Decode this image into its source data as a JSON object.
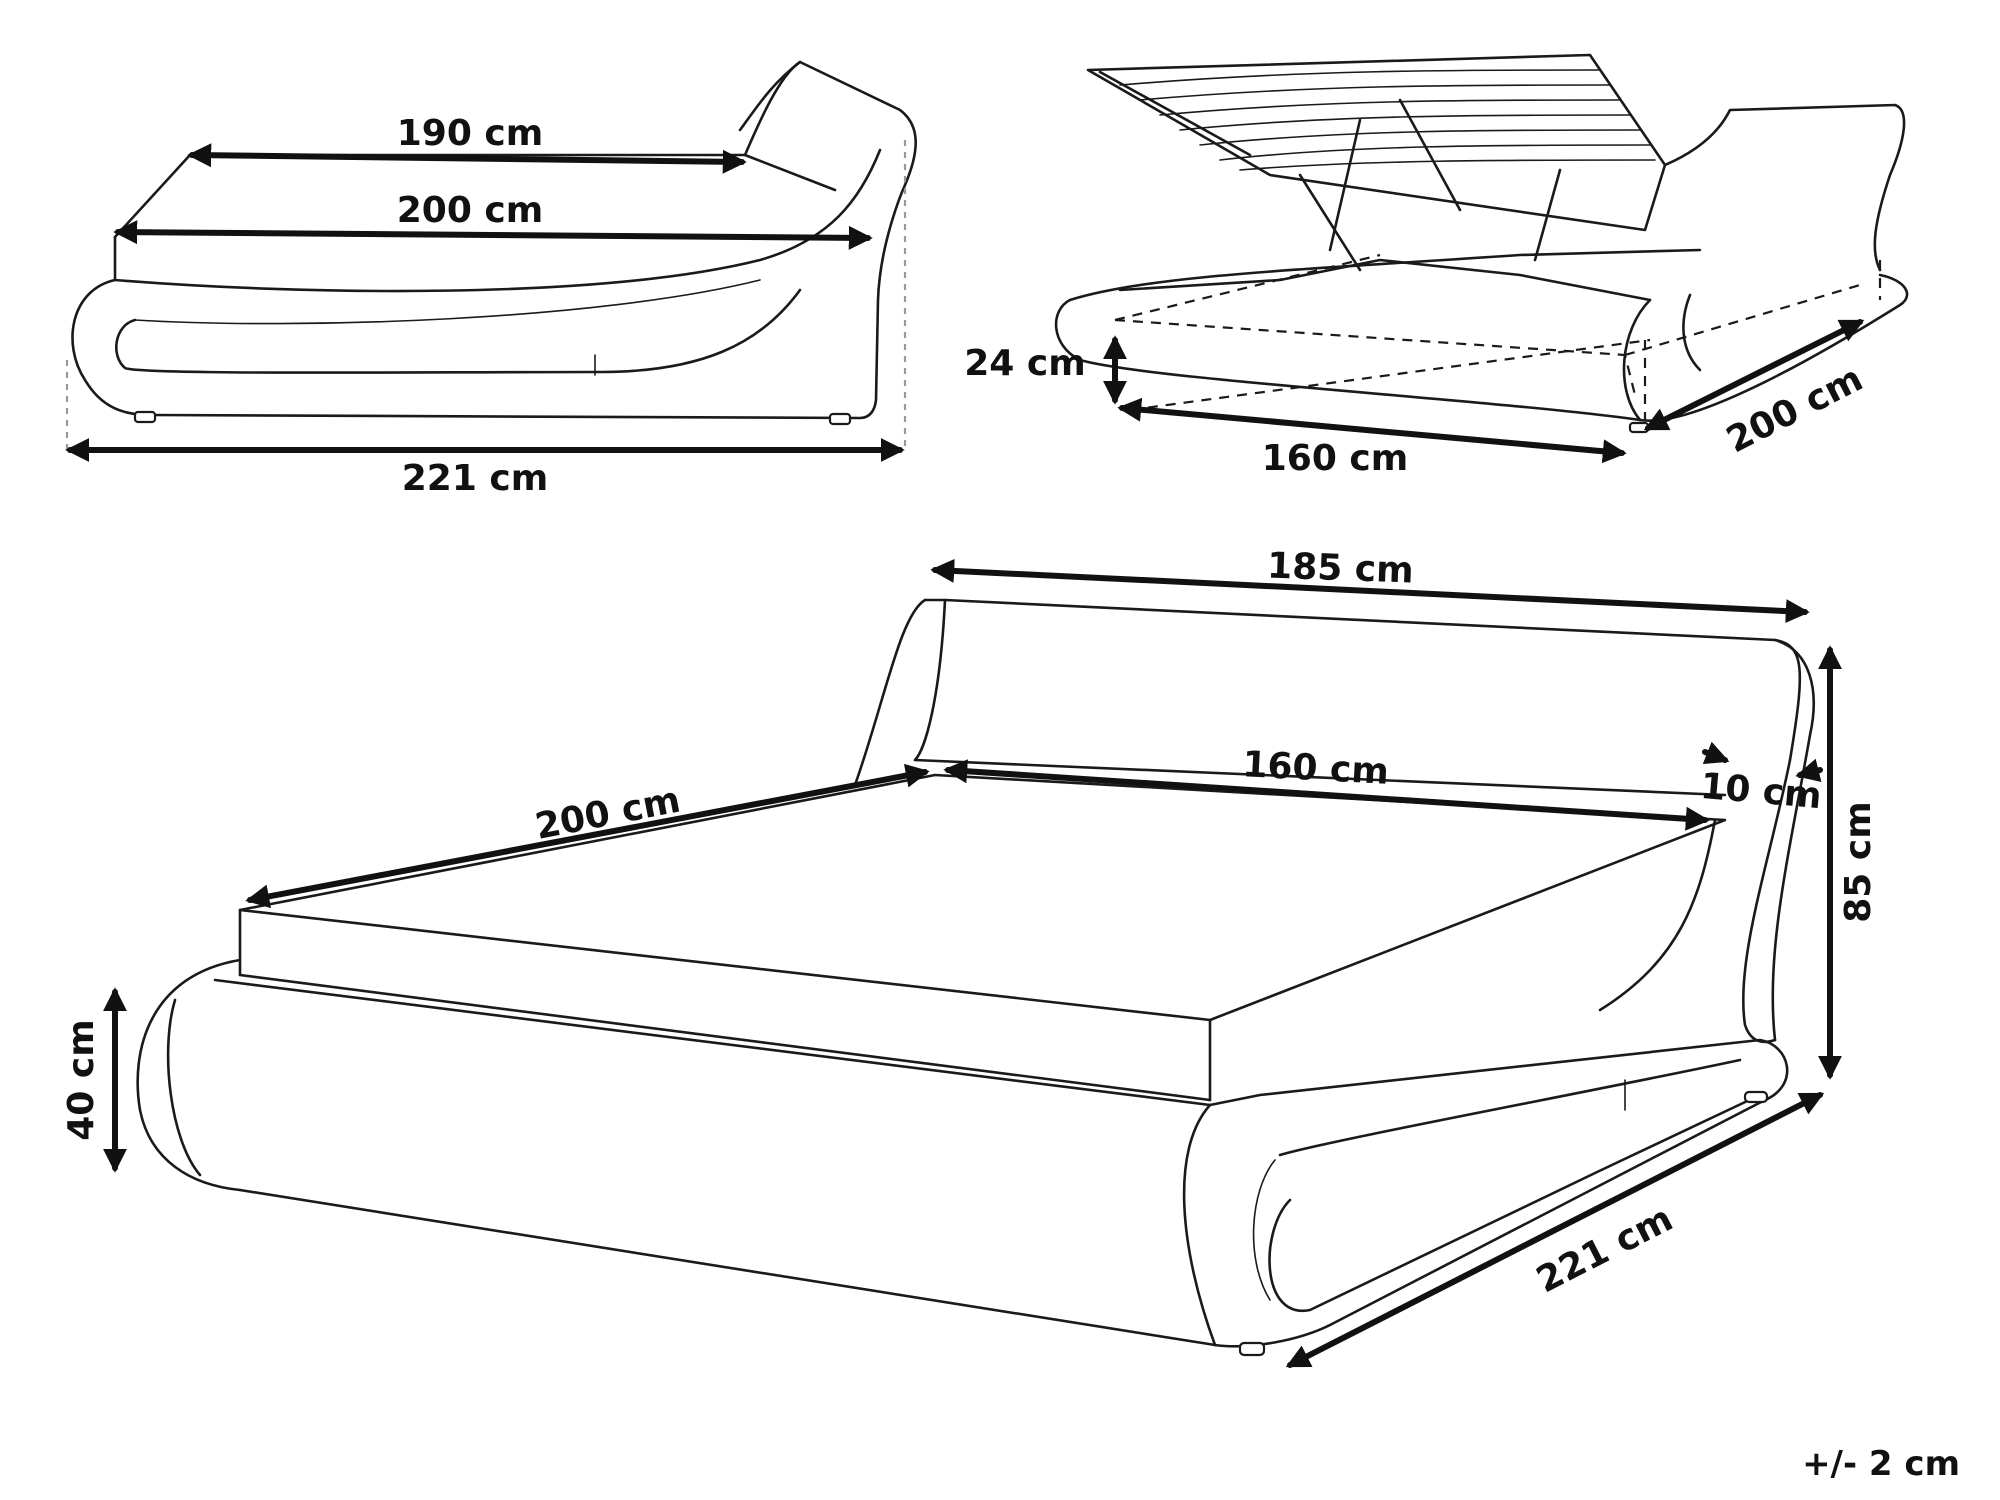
{
  "side_view": {
    "mattress_length": "190 cm",
    "frame_inner_length": "200 cm",
    "overall_length": "221 cm"
  },
  "storage_view": {
    "storage_height": "24 cm",
    "storage_width": "160 cm",
    "storage_length": "200 cm"
  },
  "main_view": {
    "headboard_width": "185 cm",
    "mattress_width": "160 cm",
    "side_rail_width": "10 cm",
    "mattress_length": "200 cm",
    "overall_height": "85 cm",
    "frame_height": "40 cm",
    "overall_length": "221 cm"
  },
  "tolerance": "+/- 2 cm"
}
